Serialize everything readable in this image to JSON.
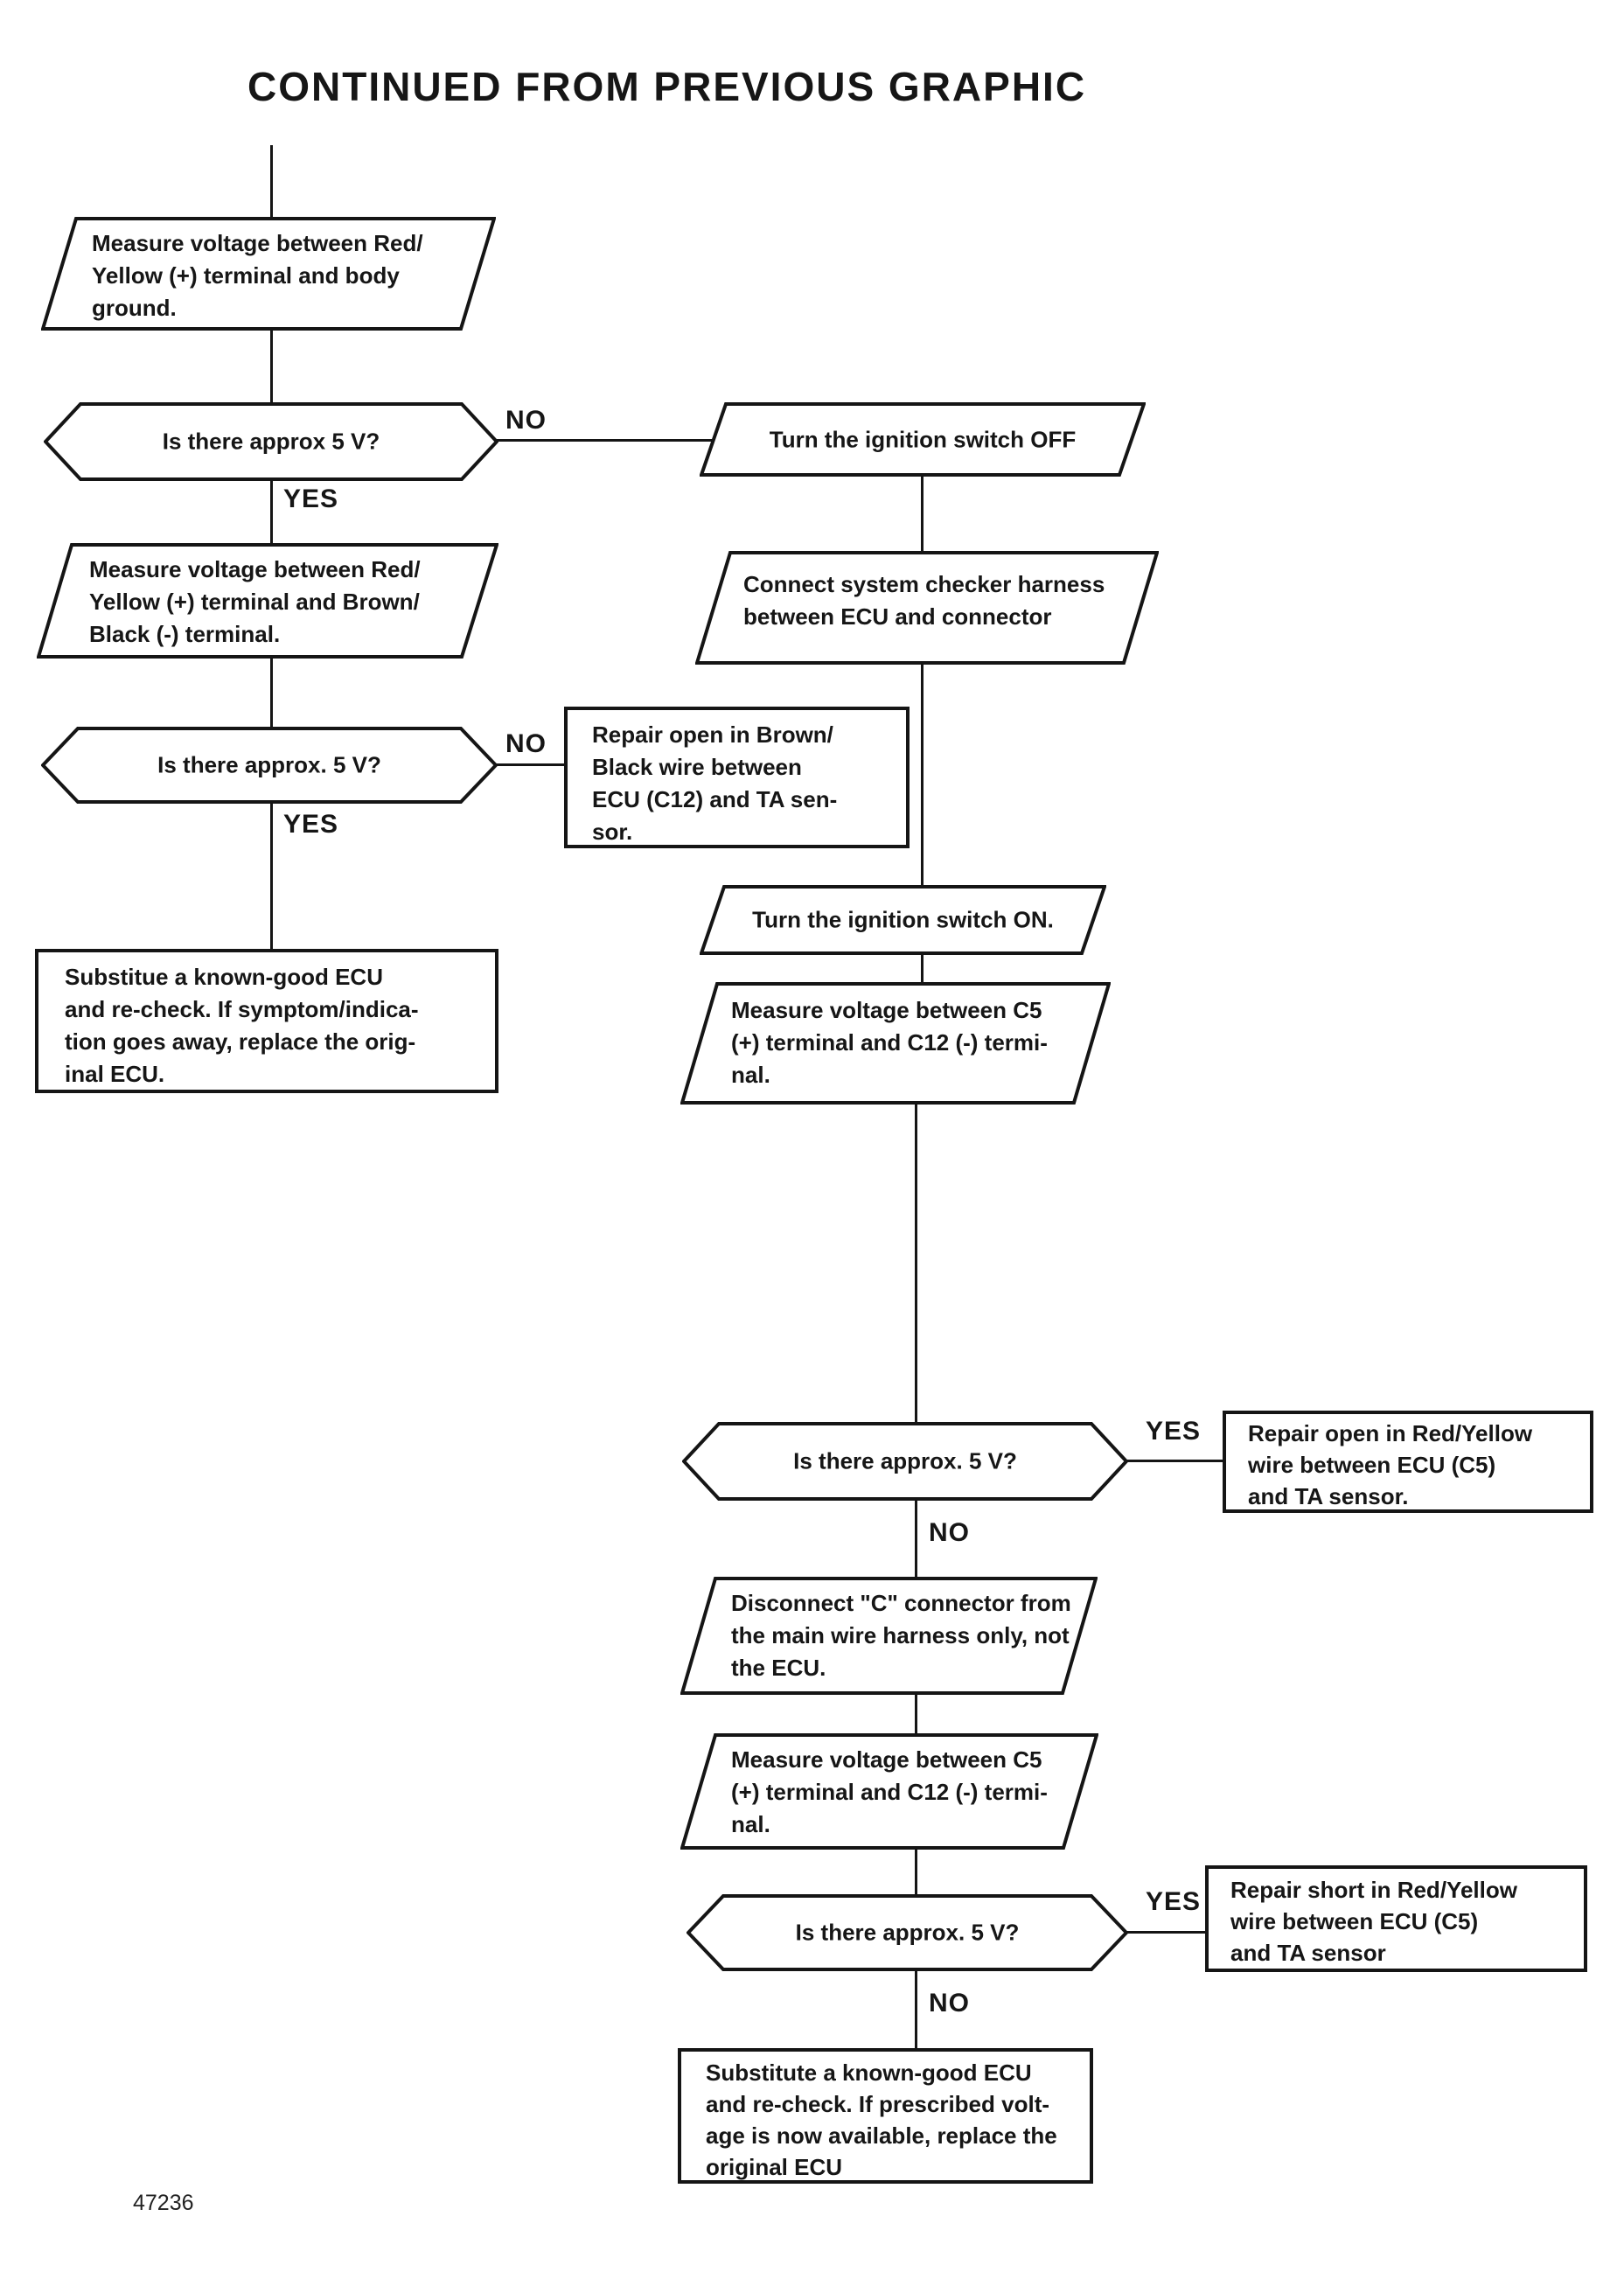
{
  "page": {
    "title": "CONTINUED FROM PREVIOUS GRAPHIC",
    "figure_number": "47236"
  },
  "labels": {
    "yes": "YES",
    "no": "NO"
  },
  "nodes": {
    "measure_body_ground": "Measure voltage between Red/\nYellow (+) terminal and body\nground.",
    "is_approx_5v_1": "Is there approx 5 V?",
    "turn_ignition_off": "Turn the ignition switch OFF",
    "measure_brown_black": "Measure voltage between Red/\nYellow (+) terminal and Brown/\nBlack (-) terminal.",
    "is_approx_5v_2": "Is there approx. 5 V?",
    "repair_open_brown_black": "Repair open in Brown/\nBlack wire between\nECU (C12) and TA sen-\nsor.",
    "substitute_ecu_symptom": "Substitue a known-good ECU\nand re-check. If symptom/indica-\ntion goes away, replace the orig-\ninal ECU.",
    "connect_checker_harness": "Connect system checker harness\nbetween ECU and connector",
    "turn_ignition_on": "Turn the ignition switch ON.",
    "measure_c5_c12_1": "Measure voltage between C5\n(+) terminal and C12 (-) termi-\nnal.",
    "is_approx_5v_3": "Is there approx. 5 V?",
    "repair_open_red_yellow": "Repair open in Red/Yellow\nwire between ECU (C5)\nand TA sensor.",
    "disconnect_c_connector": "Disconnect \"C\" connector from\nthe main wire harness only, not\nthe ECU.",
    "measure_c5_c12_2": "Measure voltage between C5\n(+) terminal and C12 (-) termi-\nnal.",
    "is_approx_5v_4": "Is there approx. 5 V?",
    "repair_short_red_yellow": "Repair short in Red/Yellow\nwire between ECU (C5)\nand TA sensor",
    "substitute_ecu_voltage": "Substitute a known-good ECU\nand re-check. If prescribed volt-\nage is now available, replace the\noriginal ECU"
  }
}
